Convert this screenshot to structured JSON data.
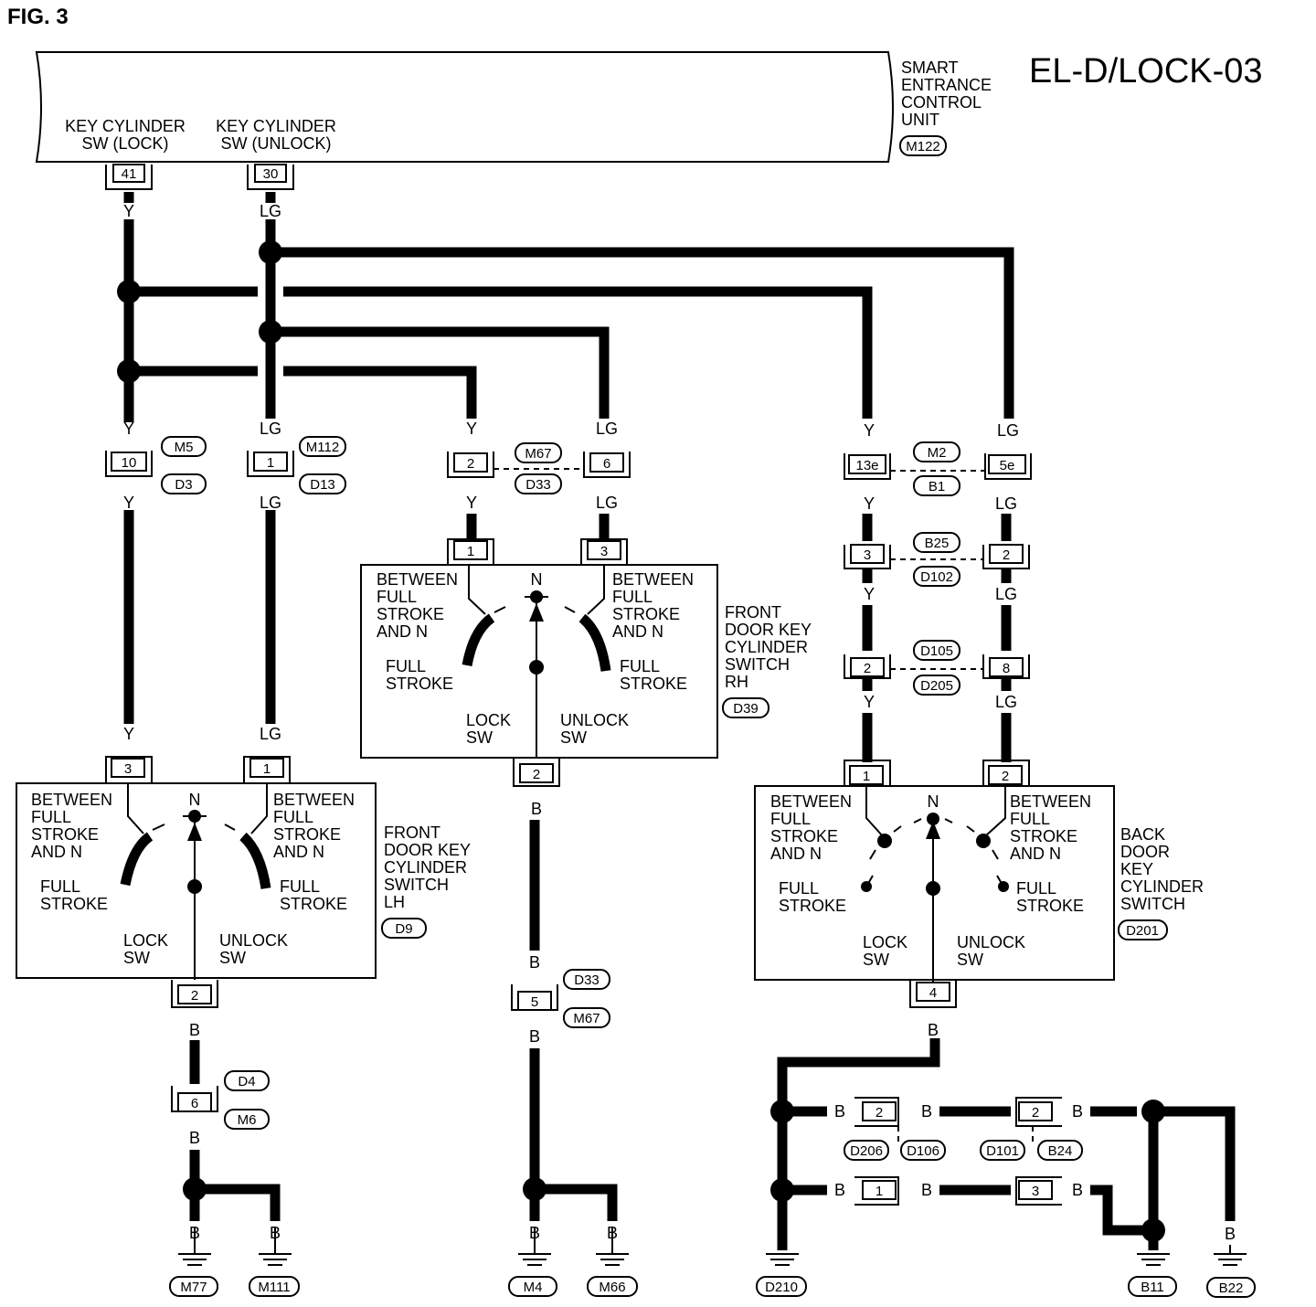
{
  "fig_label": "FIG. 3",
  "page_code": "EL-D/LOCK-03",
  "unit": {
    "name_lines": [
      "SMART",
      "ENTRANCE",
      "CONTROL",
      "UNIT"
    ],
    "connector": "M122",
    "terminal_lock_lines": [
      "KEY CYLINDER",
      "SW (LOCK)"
    ],
    "terminal_unlock_lines": [
      "KEY CYLINDER",
      "SW (UNLOCK)"
    ],
    "pin_lock": "41",
    "pin_unlock": "30"
  },
  "wire_colors": {
    "yellow": "Y",
    "light_green": "LG",
    "black": "B"
  },
  "switch_text": {
    "between_lines": [
      "BETWEEN",
      "FULL",
      "STROKE",
      "AND N"
    ],
    "full_lines": [
      "FULL",
      "STROKE"
    ],
    "neutral": "N",
    "lock_lines": [
      "LOCK",
      "SW"
    ],
    "unlock_lines": [
      "UNLOCK",
      "SW"
    ]
  },
  "switch_lh": {
    "name_lines": [
      "FRONT",
      "DOOR KEY",
      "CYLINDER",
      "SWITCH",
      "LH"
    ],
    "connector": "D9",
    "pin_y": "3",
    "pin_lg": "1",
    "pin_ground": "2"
  },
  "switch_rh": {
    "name_lines": [
      "FRONT",
      "DOOR KEY",
      "CYLINDER",
      "SWITCH",
      "RH"
    ],
    "connector": "D39",
    "pin_y": "1",
    "pin_lg": "3",
    "pin_ground": "2"
  },
  "switch_back": {
    "name_lines": [
      "BACK",
      "DOOR",
      "KEY",
      "CYLINDER",
      "SWITCH"
    ],
    "connector": "D201",
    "pin_y": "1",
    "pin_lg": "2",
    "pin_ground": "4"
  },
  "joints": {
    "lh_y": {
      "pin": "10",
      "top": "M5",
      "bottom": "D3"
    },
    "lh_lg": {
      "pin": "1",
      "top": "M112",
      "bottom": "D13"
    },
    "rh_y": {
      "pin": "2"
    },
    "rh_lg": {
      "pin": "6"
    },
    "rh_pair": {
      "top": "M67",
      "bottom": "D33"
    },
    "back_y1": {
      "pin": "13e"
    },
    "back_lg1": {
      "pin": "5e"
    },
    "back_pair1": {
      "top": "M2",
      "bottom": "B1"
    },
    "back_y2": {
      "pin": "3"
    },
    "back_lg2": {
      "pin": "2"
    },
    "back_pair2": {
      "top": "B25",
      "bottom": "D102"
    },
    "back_y3": {
      "pin": "2"
    },
    "back_lg3": {
      "pin": "8"
    },
    "back_pair3": {
      "top": "D105",
      "bottom": "D205"
    },
    "lh_gnd": {
      "pin": "6",
      "top": "D4",
      "bottom": "M6"
    },
    "rh_gnd": {
      "pin": "5",
      "top": "D33",
      "bottom": "M67"
    },
    "back_gnd_a1": {
      "pin": "2"
    },
    "back_gnd_b1": {
      "pin": "2"
    },
    "back_gnd_a2": {
      "pin": "1"
    },
    "back_gnd_b2": {
      "pin": "3"
    },
    "back_gnd_pair_a": {
      "left": "D206",
      "right": "D106"
    },
    "back_gnd_pair_b": {
      "left": "D101",
      "right": "B24"
    }
  },
  "grounds": [
    "M77",
    "M111",
    "M4",
    "M66",
    "D210",
    "B11",
    "B22"
  ]
}
